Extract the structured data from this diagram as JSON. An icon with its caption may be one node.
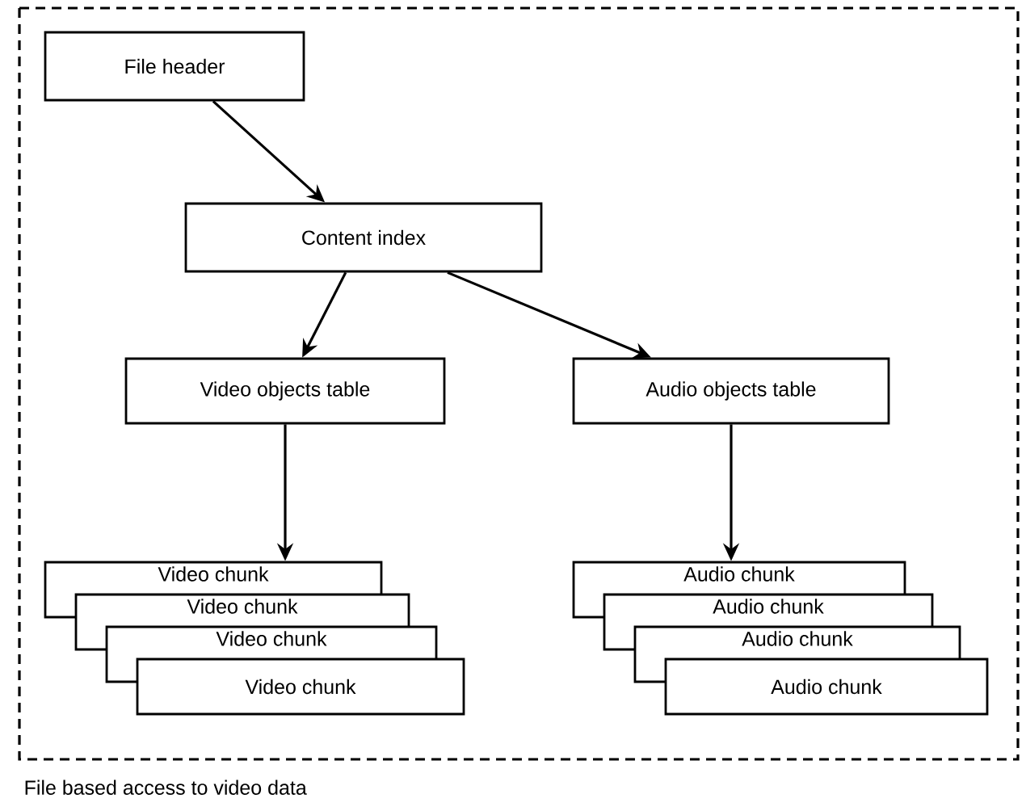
{
  "diagram": {
    "nodes": [
      {
        "text": [
          "File based access to video data"
        ]
      },
      {
        "text": [
          "File header"
        ],
        "in": 0
      },
      {
        "text": [
          "Content index"
        ],
        "in": 0
      },
      {
        "text": [
          "Video objects table"
        ],
        "in": 0
      },
      {
        "text": [
          "Audio objects table"
        ],
        "in": 0
      },
      {
        "text": [
          "Video chunk"
        ],
        "in": 0
      },
      {
        "text": [
          "Video chunk"
        ],
        "in": 0
      },
      {
        "text": [
          "Video chunk"
        ],
        "in": 0
      },
      {
        "text": [
          "Video chunk"
        ],
        "in": 0
      },
      {
        "text": [
          "Audio chunk"
        ],
        "in": 0
      },
      {
        "text": [
          "Audio chunk"
        ],
        "in": 0
      },
      {
        "text": [
          "Audio chunk"
        ],
        "in": 0
      },
      {
        "text": [
          "Audio chunk"
        ],
        "in": 0
      }
    ],
    "edges": [
      {
        "from": 1,
        "to": 2,
        "arrow": "to"
      },
      {
        "from": 2,
        "to": 3,
        "arrow": "to"
      },
      {
        "from": 2,
        "to": 4,
        "arrow": "to"
      },
      {
        "from": 3,
        "to": 5,
        "arrow": "to"
      },
      {
        "from": 4,
        "to": 9,
        "arrow": "to"
      }
    ]
  }
}
